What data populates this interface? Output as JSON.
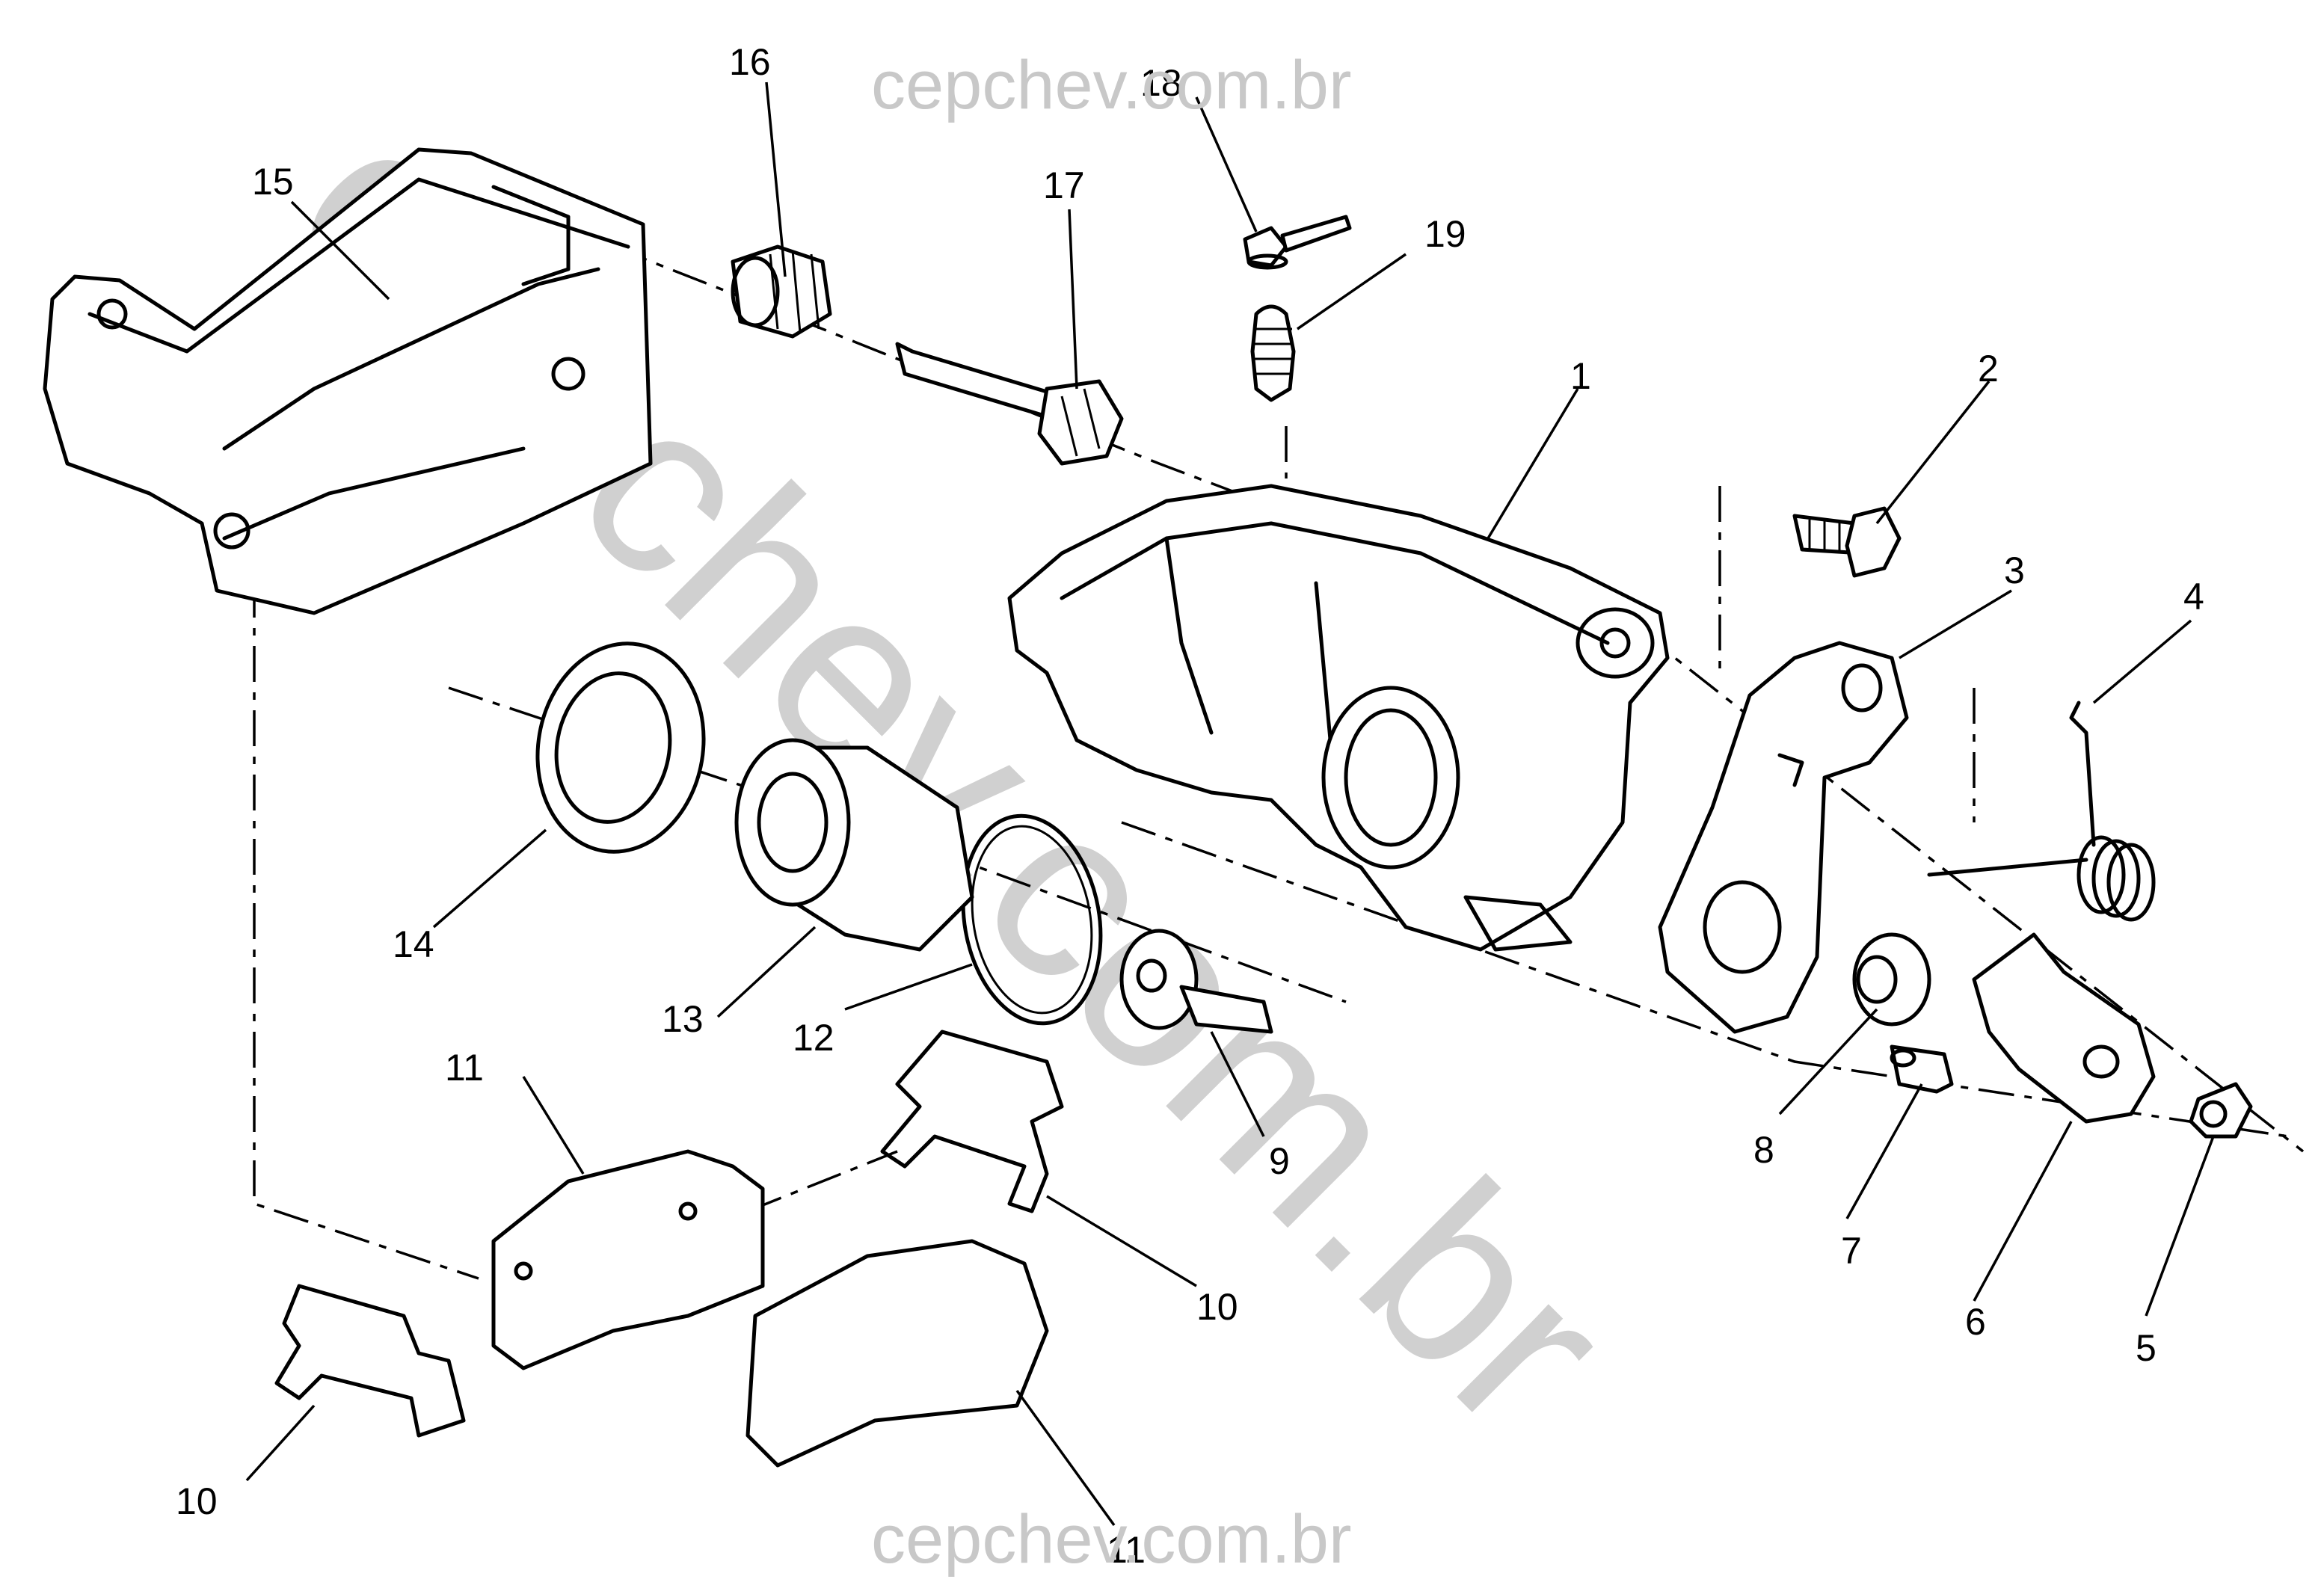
{
  "watermark": {
    "top": "cepchev.com.br",
    "bottom": "cepchev.com.br",
    "diagonal": "cepchev.com.br"
  },
  "colors": {
    "line": "#000000",
    "watermark": "#c8c8c8",
    "background": "#ffffff"
  },
  "callouts": {
    "c1": "1",
    "c2": "2",
    "c3": "3",
    "c4": "4",
    "c5": "5",
    "c6": "6",
    "c7": "7",
    "c8": "8",
    "c9": "9",
    "c10a": "10",
    "c10b": "10",
    "c11a": "11",
    "c11b": "11",
    "c12": "12",
    "c13": "13",
    "c14": "14",
    "c15": "15",
    "c16": "16",
    "c17": "17",
    "c18": "18",
    "c19": "19"
  }
}
